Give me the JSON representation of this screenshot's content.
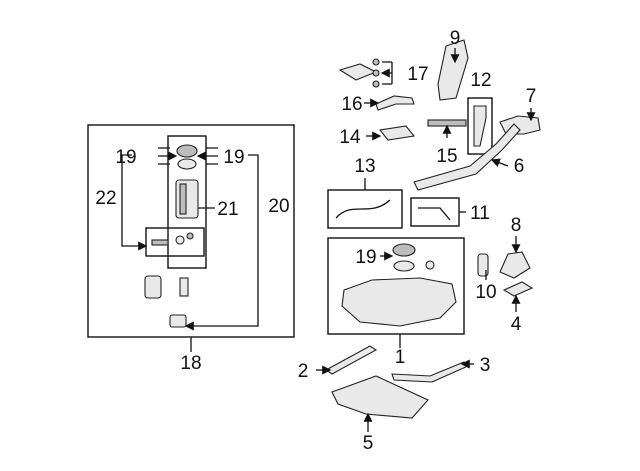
{
  "diagram": {
    "callouts": {
      "c1": "1",
      "c2": "2",
      "c3": "3",
      "c4": "4",
      "c5": "5",
      "c6": "6",
      "c7": "7",
      "c8": "8",
      "c9": "9",
      "c10": "10",
      "c11": "11",
      "c12": "12",
      "c13": "13",
      "c14": "14",
      "c15": "15",
      "c16": "16",
      "c17": "17",
      "c18": "18",
      "c19a": "19",
      "c19b": "19",
      "c19c": "19",
      "c20": "20",
      "c21": "21",
      "c22": "22"
    }
  }
}
